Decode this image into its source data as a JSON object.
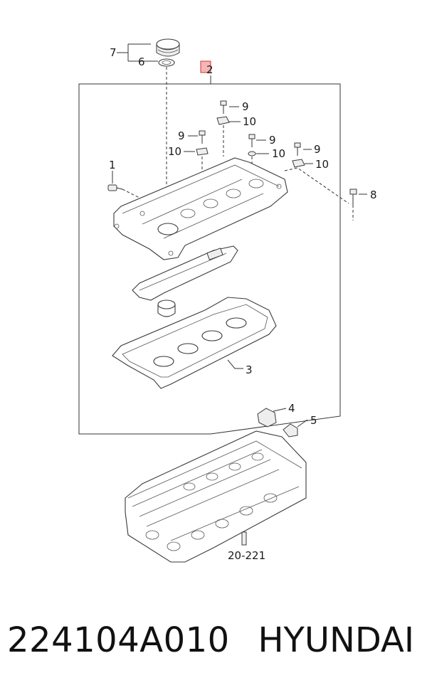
{
  "callouts": {
    "c1": "1",
    "c2": "2",
    "c3": "3",
    "c4": "4",
    "c5": "5",
    "c6": "6",
    "c7": "7",
    "c8": "8",
    "c9a": "9",
    "c9b": "9",
    "c9c": "9",
    "c9d": "9",
    "c10a": "10",
    "c10b": "10",
    "c10c": "10",
    "c10d": "10",
    "ref": "20-221"
  },
  "footer": {
    "part_number": "224104A010",
    "brand": "HYUNDAI"
  },
  "colors": {
    "highlight_fill": "#f4b6b6",
    "highlight_stroke": "#d33333"
  }
}
